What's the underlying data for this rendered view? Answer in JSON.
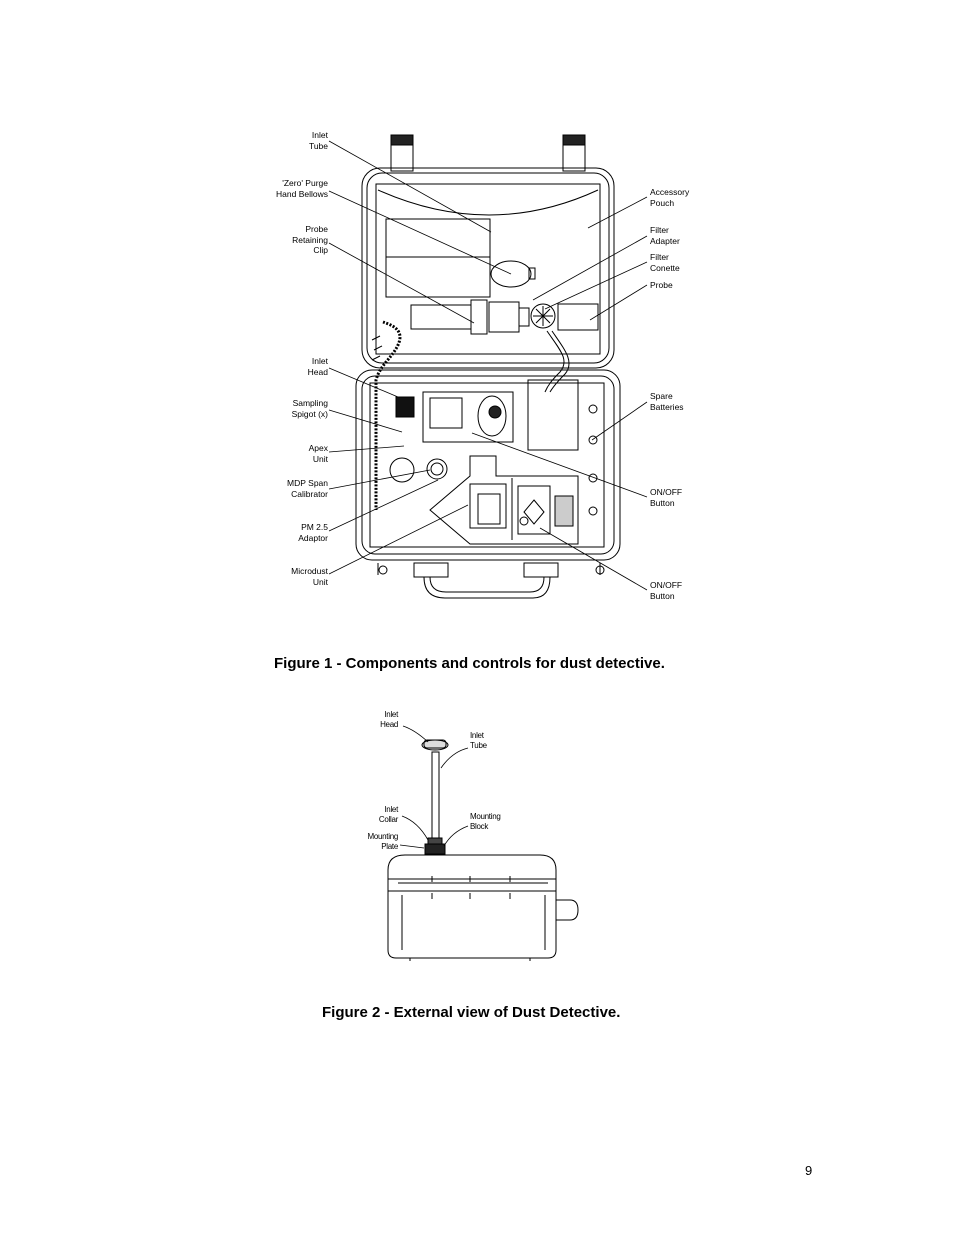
{
  "figure1": {
    "caption": "Figure 1 - Components and controls for dust detective.",
    "labels_left": [
      "Inlet\nTube",
      "'Zero' Purge\nHand Bellows",
      "Probe\nRetaining\nClip",
      "Inlet\nHead",
      "Sampling\nSpigot (x)",
      "Apex\nUnit",
      "MDP Span\nCalibrator",
      "PM 2.5\nAdaptor",
      "Microdust\nUnit"
    ],
    "labels_right": [
      "Accessory\nPouch",
      "Filter\nAdapter",
      "Filter\nConette",
      "Probe",
      "Spare\nBatteries",
      "ON/OFF\nButton",
      "ON/OFF\nButton"
    ]
  },
  "figure2": {
    "caption": "Figure 2 - External view of Dust Detective.",
    "labels": [
      "Inlet\nHead",
      "Inlet\nTube",
      "Inlet\nCollar",
      "Mounting\nBlock",
      "Mounting\nPlate"
    ]
  },
  "page_number": "9"
}
